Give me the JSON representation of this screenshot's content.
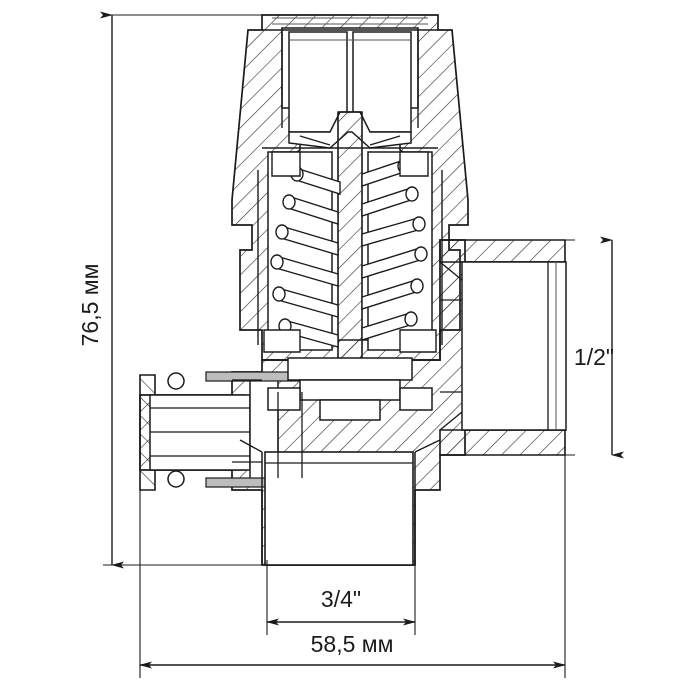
{
  "drawing": {
    "title": "Safety relief valve cross-section drawing",
    "type": "technical-cross-section",
    "background_color": "#ffffff",
    "line_color": "#1b1b1b",
    "hatch_color": "#2b2b2b",
    "thin_line_color": "#555555"
  },
  "dimensions": {
    "height": {
      "label": "76,5 мм",
      "orientation": "vertical",
      "value": 76.5,
      "unit": "мм"
    },
    "width": {
      "label": "58,5 мм",
      "orientation": "horizontal",
      "value": 58.5,
      "unit": "мм"
    },
    "outlet_thread": {
      "label": "1/2\"",
      "orientation": "vertical",
      "value": "1/2",
      "unit": "inch"
    },
    "inlet_thread": {
      "label": "3/4\"",
      "orientation": "horizontal",
      "value": "3/4",
      "unit": "inch"
    }
  },
  "components": {
    "cap": "adjusting-cap",
    "spring": "compression-spring",
    "stem": "valve-stem",
    "left_port": "test-lever-port",
    "right_port": "outlet-port",
    "bottom_port": "inlet-port",
    "oring_top": "o-ring-seal-upper",
    "oring_bottom": "o-ring-seal-lower"
  }
}
